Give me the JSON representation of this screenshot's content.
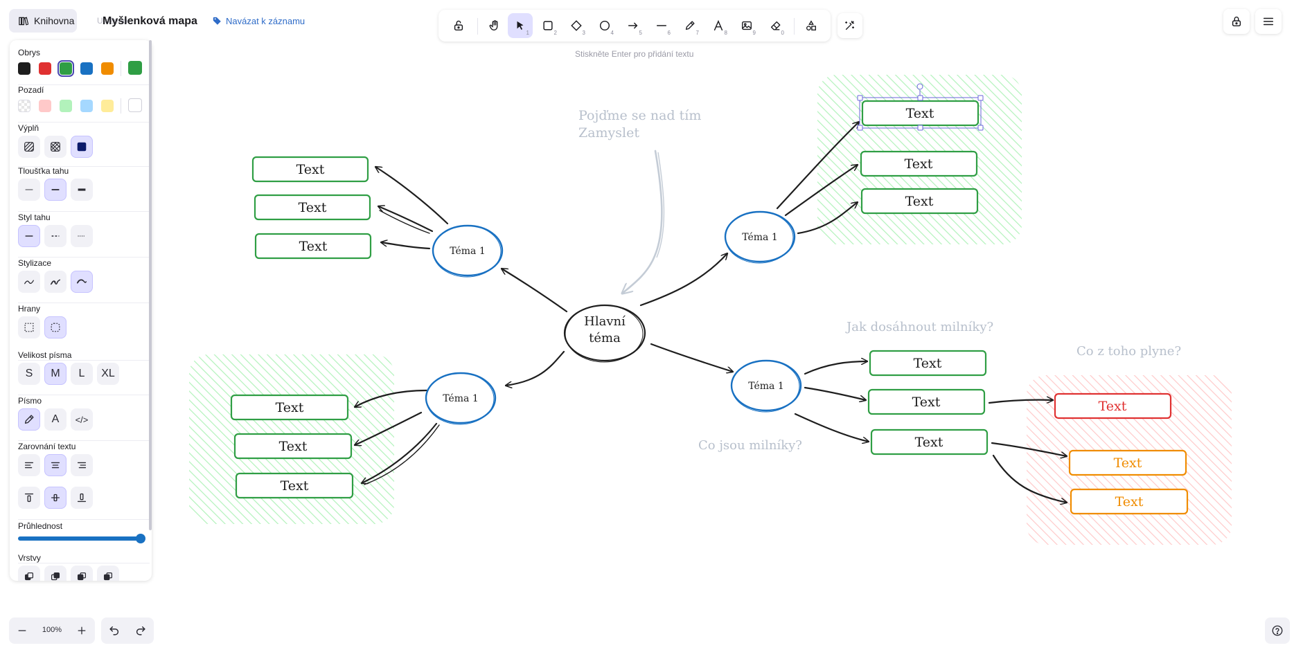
{
  "header": {
    "library_label": "Knihovna",
    "saved_status": "Uloženo",
    "doc_title": "Myšlenková mapa",
    "link_label": "Navázat k záznamu"
  },
  "toolbar": {
    "hint": "Stiskněte Enter pro přidání textu",
    "keys": {
      "select": "1",
      "rectangle": "2",
      "diamond": "3",
      "ellipse": "4",
      "arrow": "5",
      "line": "6",
      "draw": "7",
      "text": "8",
      "image": "9",
      "eraser": "0"
    }
  },
  "panel": {
    "stroke_title": "Obrys",
    "background_title": "Pozadí",
    "fill_title": "Výplň",
    "stroke_width_title": "Tloušťka tahu",
    "stroke_style_title": "Styl tahu",
    "sloppiness_title": "Stylizace",
    "edges_title": "Hrany",
    "font_size_title": "Velikost písma",
    "font_family_title": "Písmo",
    "text_align_title": "Zarovnání textu",
    "opacity_title": "Průhlednost",
    "layers_title": "Vrstvy",
    "stroke_colors": [
      "#1e1e1e",
      "#e03131",
      "#2f9e44",
      "#1971c2",
      "#f08c00"
    ],
    "stroke_current": "#2f9e44",
    "background_colors": [
      "transparent",
      "#ffc9c9",
      "#b2f2bb",
      "#a5d8ff",
      "#ffec99"
    ],
    "background_current": "#ffffff",
    "font_sizes": [
      "S",
      "M",
      "L",
      "XL"
    ],
    "font_family_normal": "A",
    "font_family_code": "</>",
    "opacity_percent": 100
  },
  "canvas": {
    "central": "Hlavní\ntéma",
    "topic_label": "Téma 1",
    "node_label": "Text",
    "note_think": "Pojďme se nad tím\nZamyslet",
    "note_reach": "Jak dosáhnout milníky?",
    "note_what": "Co jsou milníky?",
    "note_result": "Co z toho plyne?",
    "colors": {
      "green": "#2f9e44",
      "blue": "#1971c2",
      "red": "#e03131",
      "orange": "#f08c00",
      "ink": "#1e1e1e",
      "note": "#b8c0cc",
      "hatch_green": "#b2f2bb",
      "hatch_red": "#ffc9c9",
      "selection": "#6965db"
    }
  },
  "footer": {
    "zoom": "100%"
  }
}
